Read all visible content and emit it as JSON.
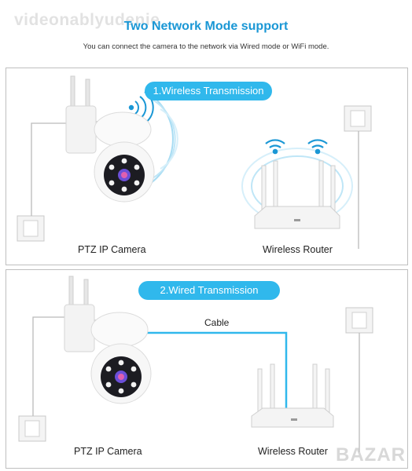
{
  "header": {
    "title": "Two Network Mode support",
    "subtitle": "You can connect the camera to the network via Wired mode or WiFi mode."
  },
  "panels": [
    {
      "mode_label": "1.Wireless Transmission",
      "camera_label": "PTZ IP Camera",
      "router_label": "Wireless Router"
    },
    {
      "mode_label": "2.Wired Transmission",
      "cable_label": "Cable",
      "camera_label": "PTZ IP Camera",
      "router_label": "Wireless Router"
    }
  ],
  "watermarks": {
    "top": "videonablyudenie",
    "bottom": "BAZAR"
  },
  "colors": {
    "accent": "#30b8ec",
    "title": "#1a97d5",
    "wave": "#8fd3f0",
    "cable": "#30b8ec"
  },
  "icons": [
    "wifi-icon",
    "wifi-signal-icon",
    "wall-outlet-icon",
    "ptz-camera-icon",
    "router-icon"
  ]
}
